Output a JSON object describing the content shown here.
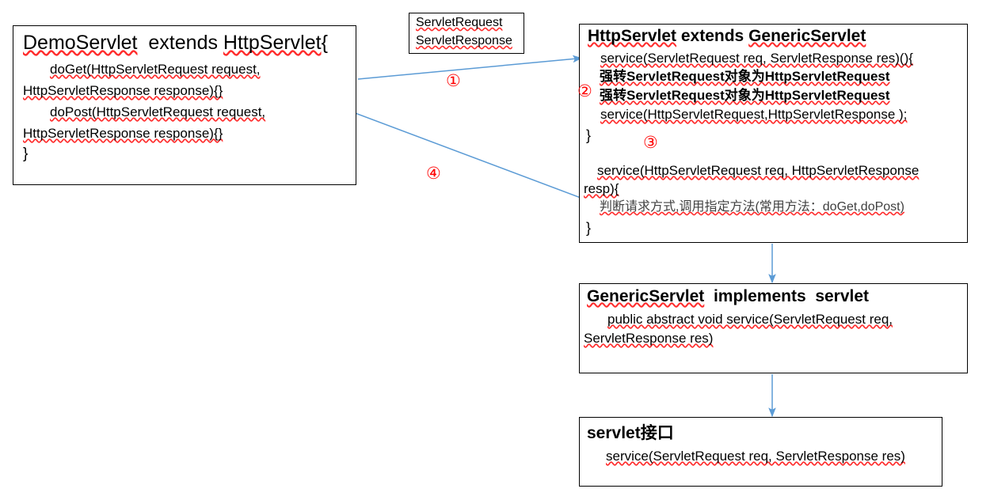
{
  "diagram": {
    "title_semantic": "servlet-inheritance-flow",
    "accent_arrow_color": "#5b9bd5",
    "marker_color": "#ff0000",
    "box_border_color": "#000000",
    "spellcheck_underline_color": "#ff2d2d"
  },
  "demo_box": {
    "header": "DemoServlet  extends HttpServlet{",
    "header_parts": {
      "class_name": "DemoServlet",
      "keyword": "extends",
      "parent": "HttpServlet",
      "brace": "{"
    },
    "lines": [
      "doGet(HttpServletRequest request,",
      "HttpServletResponse response){}",
      "doPost(HttpServletRequest request,",
      "HttpServletResponse response){}",
      "}"
    ]
  },
  "req_res_box": {
    "lines": [
      "ServletRequest",
      "ServletResponse"
    ]
  },
  "http_box": {
    "header": "HttpServlet extends GenericServlet",
    "header_parts": {
      "class_name": "HttpServlet",
      "keyword": "extends",
      "parent": "GenericServlet"
    },
    "lines": [
      "service(ServletRequest req, ServletResponse res)(){",
      "强转ServletRequest对象为HttpServletRequest",
      "强转ServletRequest对象为HttpServletRequest",
      "service(HttpServletRequest,HttpServletResponse );",
      "}",
      "service(HttpServletRequest req, HttpServletResponse",
      "resp){",
      "判断请求方式,调用指定方法(常用方法：doGet,doPost)",
      "}"
    ]
  },
  "generic_box": {
    "header": "GenericServlet  implements  servlet",
    "header_parts": {
      "class_name": "GenericServlet",
      "keyword": "implements",
      "parent": "servlet"
    },
    "lines": [
      "public abstract void service(ServletRequest req,",
      "ServletResponse res)"
    ]
  },
  "servlet_box": {
    "header": "servlet接口",
    "lines": [
      "service(ServletRequest req, ServletResponse res)"
    ]
  },
  "markers": [
    {
      "label": "①",
      "name": "step-1"
    },
    {
      "label": "②",
      "name": "step-2"
    },
    {
      "label": "③",
      "name": "step-3"
    },
    {
      "label": "④",
      "name": "step-4"
    }
  ]
}
